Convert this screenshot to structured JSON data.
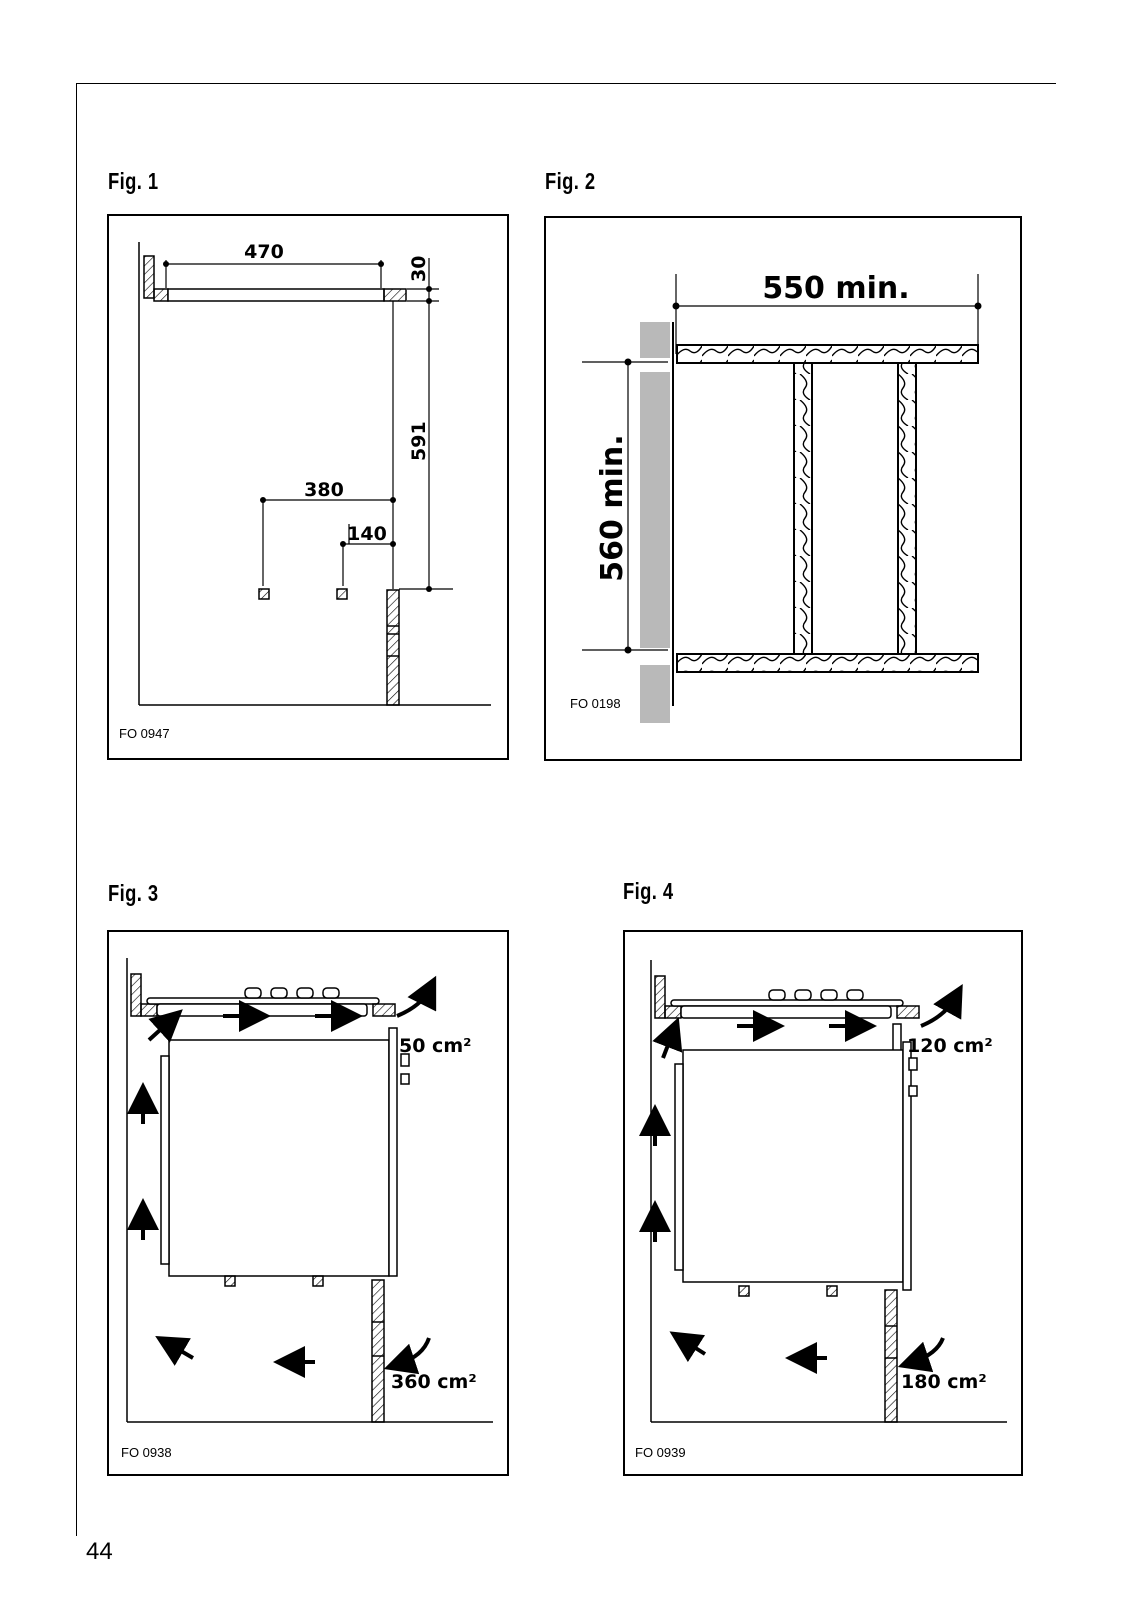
{
  "page_number": "44",
  "figures": [
    {
      "title": "Fig. 1",
      "code": "FO 0947",
      "dimensions": {
        "top_width": "470",
        "top_thickness": "30",
        "drop_height": "591",
        "outer_offset": "380",
        "inner_offset": "140"
      }
    },
    {
      "title": "Fig. 2",
      "code": "FO 0198",
      "dimensions": {
        "width": "550 min.",
        "height": "560 min."
      }
    },
    {
      "title": "Fig. 3",
      "code": "FO 0938",
      "vents": {
        "top": "50 cm²",
        "bottom": "360 cm²"
      }
    },
    {
      "title": "Fig. 4",
      "code": "FO 0939",
      "vents": {
        "top": "120 cm²",
        "bottom": "180 cm²"
      }
    }
  ]
}
